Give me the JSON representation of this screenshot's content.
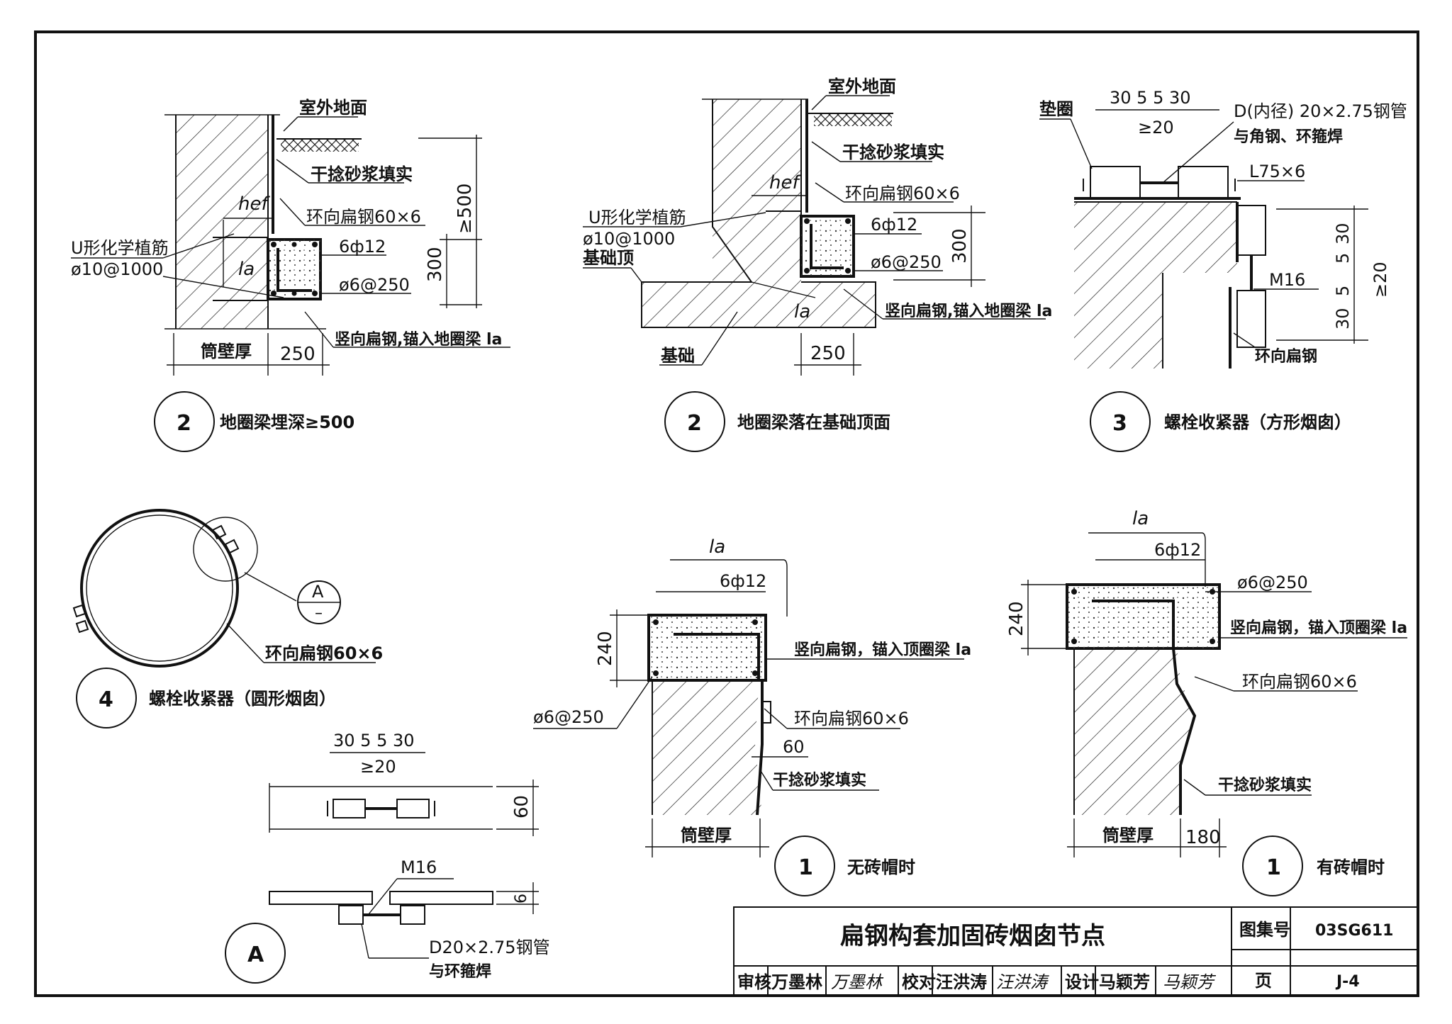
{
  "title_block": {
    "title": "扁钢构套加固砖烟囱节点",
    "atlas_label": "图集号",
    "atlas_no": "03SG611",
    "page_label": "页",
    "page_no": "J-4",
    "review_label": "审核",
    "reviewer": "万墨林",
    "reviewer_sign": "万墨林",
    "check_label": "校对",
    "checker": "汪洪涛",
    "checker_sign": "汪洪涛",
    "design_label": "设计",
    "designer": "马颖芳",
    "designer_sign": "马颖芳"
  },
  "detail_2a": {
    "num": "2",
    "caption": "地圈梁埋深≥500",
    "ground": "室外地面",
    "mortar": "干捻砂浆填实",
    "hef": "hef",
    "ring_steel": "环向扁钢60×6",
    "u_rebar": "U形化学植筋",
    "u_rebar_spec": "ø10@1000",
    "rebar": "6ф12",
    "la": "la",
    "stirrup": "ø6@250",
    "vertical_steel": "竖向扁钢,锚入地圈梁 la",
    "wall": "筒壁厚",
    "dim_250": "250",
    "dim_300": "300",
    "dim_500": "≥500"
  },
  "detail_2b": {
    "num": "2",
    "caption": "地圈梁落在基础顶面",
    "ground": "室外地面",
    "mortar": "干捻砂浆填实",
    "hef": "hef",
    "ring_steel": "环向扁钢60×6",
    "u_rebar": "U形化学植筋",
    "u_rebar_spec": "ø10@1000",
    "found_top": "基础顶",
    "rebar": "6ф12",
    "stirrup": "ø6@250",
    "vertical_steel": "竖向扁钢,锚入地圈梁 la",
    "la": "la",
    "foundation": "基础",
    "dim_250": "250",
    "dim_300": "300"
  },
  "detail_3": {
    "num": "3",
    "caption": "螺栓收紧器（方形烟囱）",
    "washer": "垫圈",
    "dims_top": "30 5     5 30",
    "min20": "≥20",
    "pipe": "D(内径) 20×2.75钢管",
    "pipe_weld": "与角钢、环箍焊",
    "angle": "L75×6",
    "bolt": "M16",
    "ring_steel": "环向扁钢",
    "v30a": "30",
    "v5a": "5",
    "v5b": "5",
    "v30b": "30",
    "v20": "≥20"
  },
  "detail_4": {
    "num": "4",
    "caption": "螺栓收紧器（圆形烟囱）",
    "ring_steel": "环向扁钢60×6",
    "ref_letter": "A",
    "ref_sub": "–"
  },
  "detail_a": {
    "num": "A",
    "dims_top": "30 5   5 30",
    "min20": "≥20",
    "dim_60": "60",
    "dim_6": "6",
    "bolt": "M16",
    "pipe": "D20×2.75钢管",
    "pipe_weld": "与环箍焊"
  },
  "detail_1a": {
    "num": "1",
    "caption": "无砖帽时",
    "la": "la",
    "rebar": "6ф12",
    "dim_240": "240",
    "vertical_steel": "竖向扁钢，锚入顶圈梁 la",
    "stirrup": "ø6@250",
    "ring_steel": "环向扁钢60×6",
    "dim_60": "60",
    "mortar": "干捻砂浆填实",
    "wall": "筒壁厚"
  },
  "detail_1b": {
    "num": "1",
    "caption": "有砖帽时",
    "la": "la",
    "rebar": "6ф12",
    "stirrup": "ø6@250",
    "dim_240": "240",
    "vertical_steel": "竖向扁钢，锚入顶圈梁 la",
    "ring_steel": "环向扁钢60×6",
    "mortar": "干捻砂浆填实",
    "wall": "筒壁厚",
    "dim_180": "180"
  }
}
